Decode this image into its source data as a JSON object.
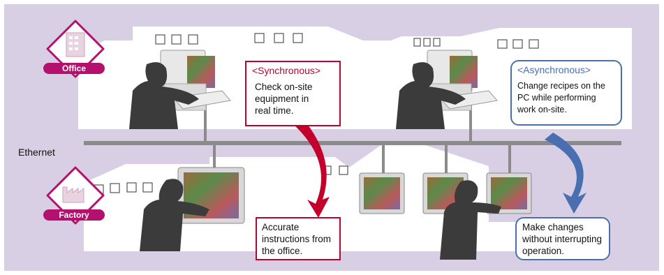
{
  "office_label": "Office",
  "factory_label": "Factory",
  "network_label": "Ethernet",
  "sync_callout": {
    "title": "<Synchronous>",
    "lines": [
      "Check on-site",
      "equipment in",
      "real time."
    ]
  },
  "async_callout": {
    "title": "<Asynchronous>",
    "lines": [
      "Change recipes on the",
      "PC while performing",
      "work on-site."
    ]
  },
  "factory_note_left": {
    "lines": [
      "Accurate",
      "instructions from",
      "the office."
    ]
  },
  "factory_note_right": {
    "lines": [
      "Make changes",
      "without interrupting",
      "operation."
    ]
  },
  "colors": {
    "background": "#d9cfe4",
    "sync_accent": "#c2002b",
    "async_accent": "#4a6fb0",
    "badge": "#b4116e"
  }
}
